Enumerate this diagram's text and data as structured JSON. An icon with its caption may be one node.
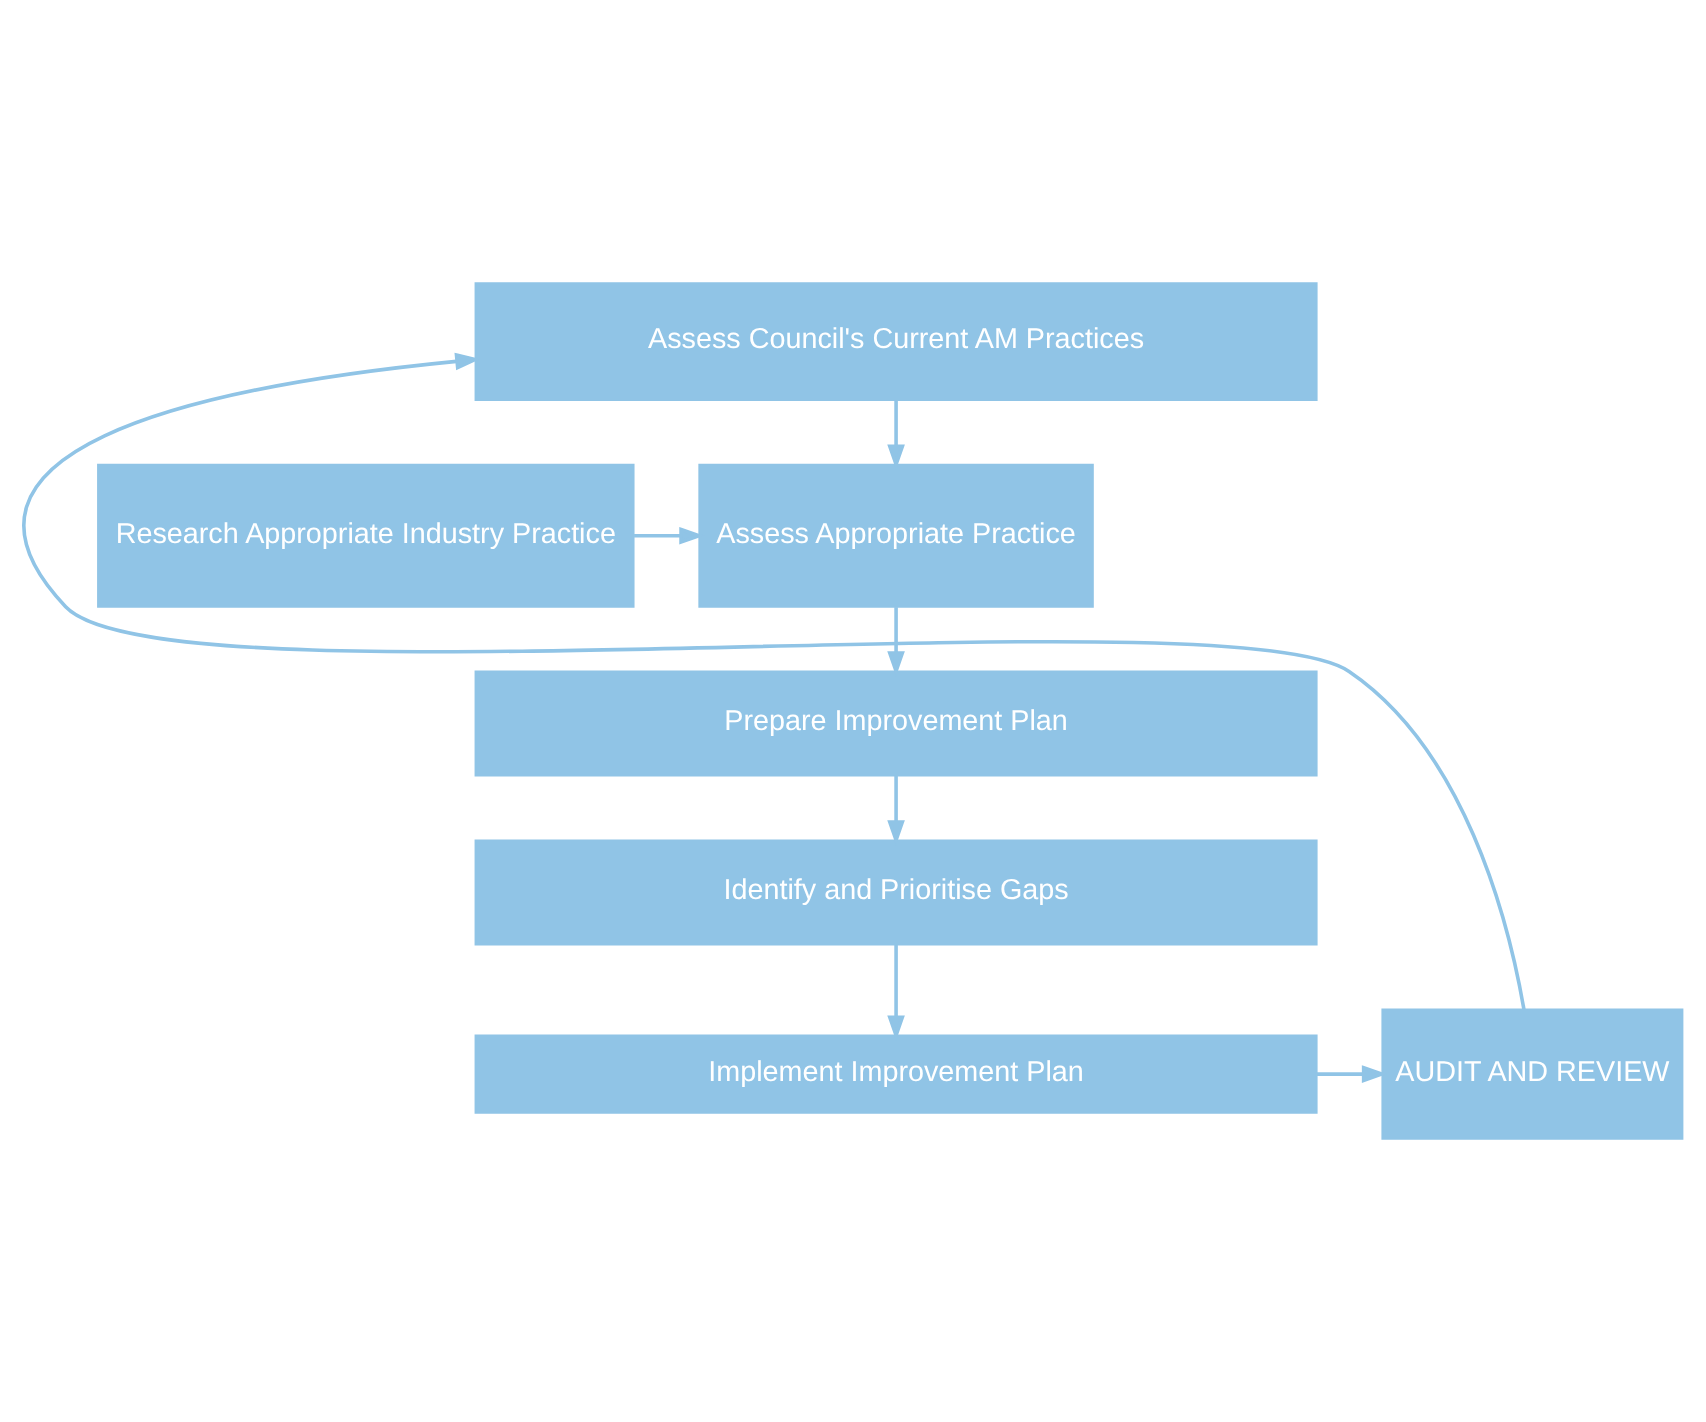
{
  "diagram": {
    "nodes": [
      {
        "text": [
          "Assess Council's Current AM Practices"
        ]
      },
      {
        "text": [
          "Assess Appropriate Practice"
        ]
      },
      {
        "text": [
          "Research Appropriate Industry Practice"
        ]
      },
      {
        "text": [
          "Prepare Improvement Plan"
        ]
      },
      {
        "text": [
          "Identify and Prioritise Gaps"
        ]
      },
      {
        "text": [
          "Implement Improvement Plan"
        ]
      },
      {
        "text": [
          "AUDIT AND REVIEW"
        ]
      }
    ],
    "edges": [
      {
        "from": 0,
        "to": 1,
        "arrow": "to"
      },
      {
        "from": 2,
        "to": 1,
        "arrow": "to"
      },
      {
        "from": 1,
        "to": 3,
        "arrow": "to"
      },
      {
        "from": 3,
        "to": 4,
        "arrow": "to"
      },
      {
        "from": 4,
        "to": 5,
        "arrow": "to"
      },
      {
        "from": 5,
        "to": 6,
        "arrow": "to"
      },
      {
        "from": 6,
        "to": 0,
        "arrow": "to"
      }
    ]
  }
}
